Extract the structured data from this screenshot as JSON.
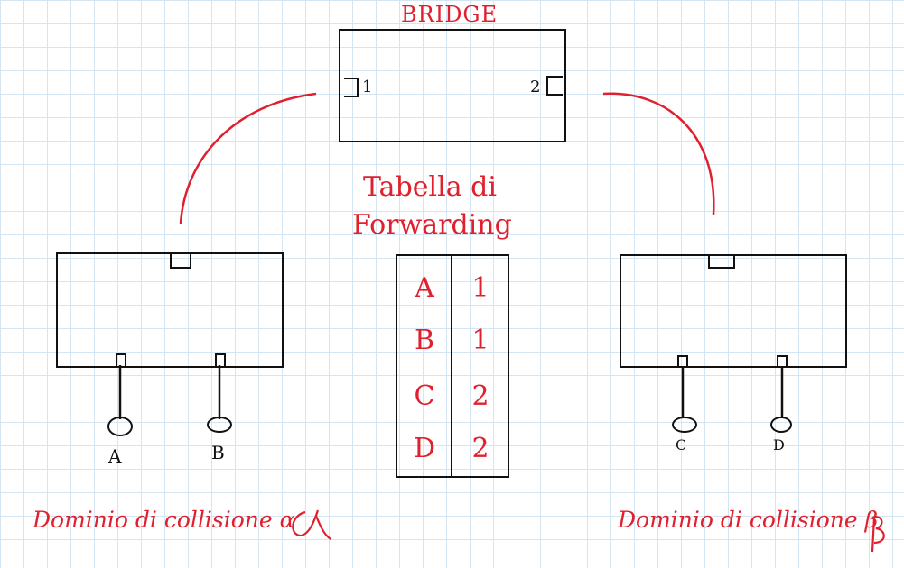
{
  "bridge": {
    "title": "BRIDGE",
    "port1_label": "1",
    "port2_label": "2"
  },
  "table": {
    "title_line1": "Tabella di",
    "title_line2": "Forwarding",
    "rows": [
      {
        "host": "A",
        "port": "1"
      },
      {
        "host": "B",
        "port": "1"
      },
      {
        "host": "C",
        "port": "2"
      },
      {
        "host": "D",
        "port": "2"
      }
    ]
  },
  "segment_left": {
    "hosts": [
      "A",
      "B"
    ],
    "domain_label": "Dominio di collisione α"
  },
  "segment_right": {
    "hosts": [
      "C",
      "D"
    ],
    "domain_label": "Dominio di collisione β"
  },
  "colors": {
    "ink": "#111111",
    "accent": "#e0202e",
    "grid": "#d4e6f3"
  }
}
